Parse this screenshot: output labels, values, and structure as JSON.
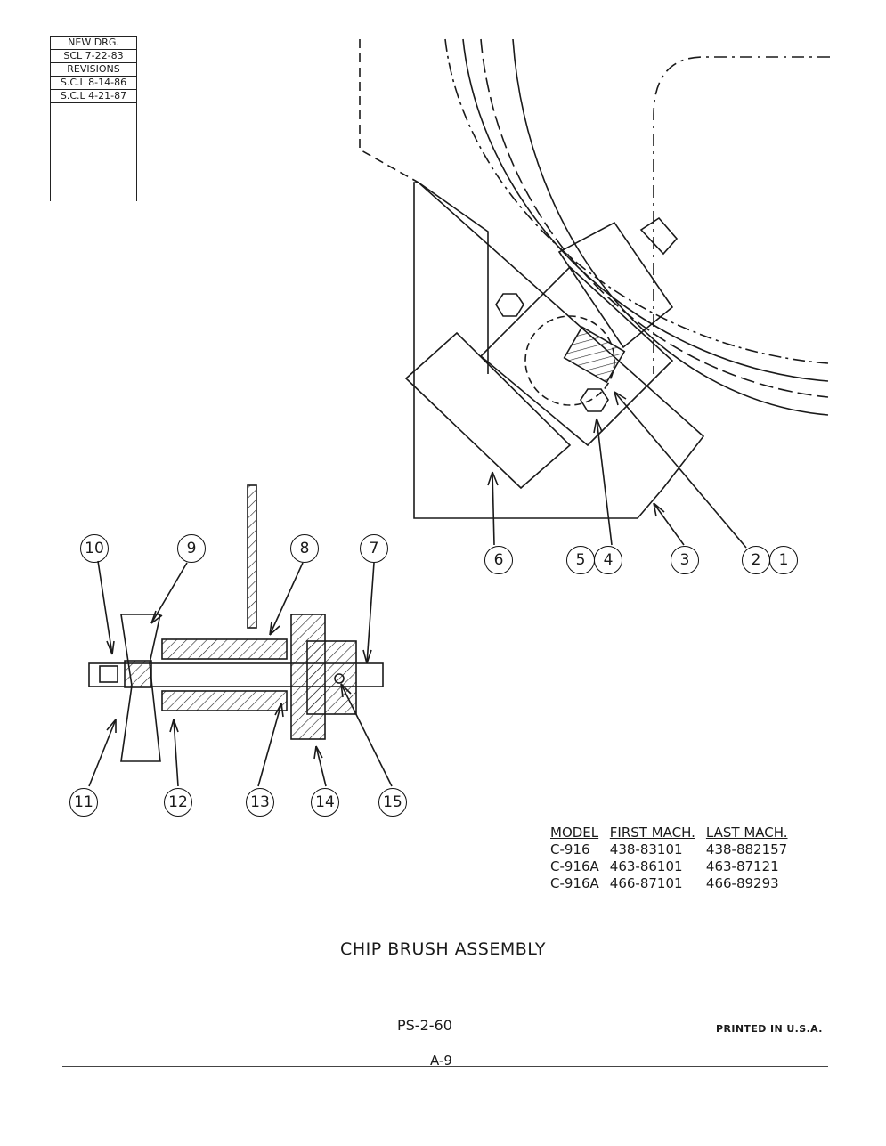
{
  "revision_box": {
    "new_drg_label": "NEW DRG.",
    "new_drg_date": "SCL 7-22-83",
    "revisions_label": "REVISIONS",
    "revisions": [
      "S.C.L 8-14-86",
      "S.C.L 4-21-87"
    ]
  },
  "callouts": {
    "c1": "1",
    "c2": "2",
    "c3": "3",
    "c4": "4",
    "c5": "5",
    "c6": "6",
    "c7": "7",
    "c8": "8",
    "c9": "9",
    "c10": "10",
    "c11": "11",
    "c12": "12",
    "c13": "13",
    "c14": "14",
    "c15": "15"
  },
  "model_table": {
    "headers": [
      "MODEL",
      "FIRST MACH.",
      "LAST MACH."
    ],
    "rows": [
      [
        "C-916",
        "438-83101",
        "438-882157"
      ],
      [
        "C-916A",
        "463-86101",
        "463-87121"
      ],
      [
        "C-916A",
        "466-87101",
        "466-89293"
      ]
    ]
  },
  "title": "CHIP BRUSH ASSEMBLY",
  "part_number": "PS-2-60",
  "printed_in": "PRINTED IN U.S.A.",
  "page_number": "A-9"
}
